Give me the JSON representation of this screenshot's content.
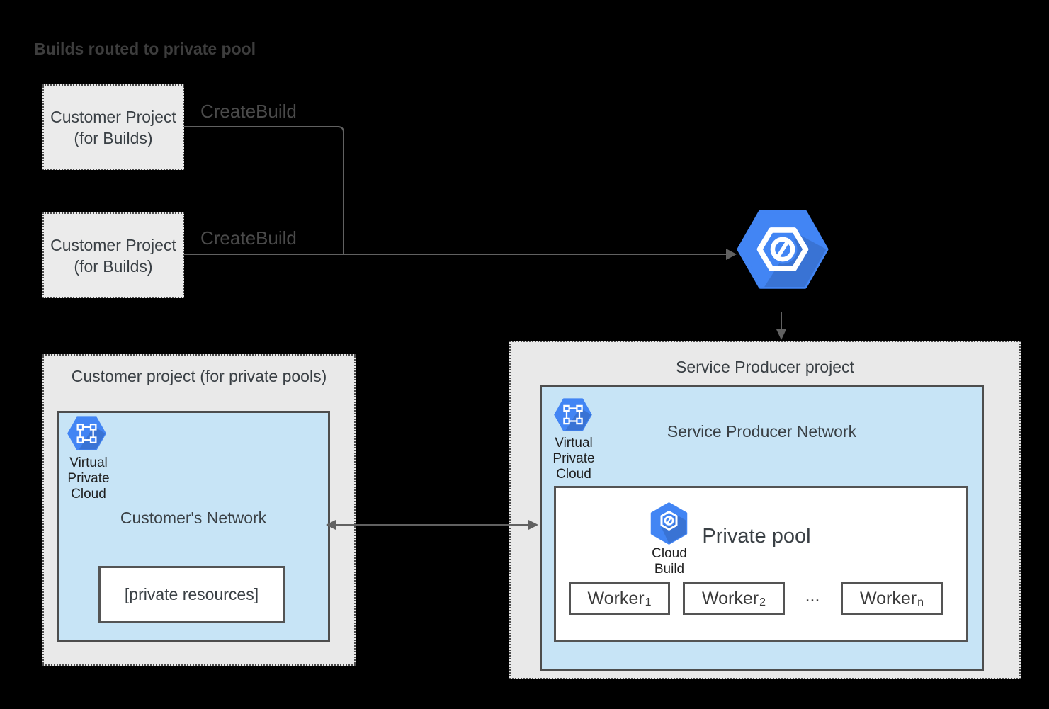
{
  "title": "Builds routed to private pool",
  "build_projects": [
    {
      "line1": "Customer Project",
      "line2": "(for Builds)",
      "arrow_label": "CreateBuild"
    },
    {
      "line1": "Customer Project",
      "line2": "(for Builds)",
      "arrow_label": "CreateBuild"
    }
  ],
  "service_producer": {
    "title": "Service Producer project",
    "network": {
      "title": "Service Producer Network",
      "vpc_label_lines": [
        "Virtual",
        "Private",
        "Cloud"
      ],
      "private_pool": {
        "title": "Private pool",
        "icon_label_lines": [
          "Cloud",
          "Build"
        ],
        "workers": [
          {
            "base": "Worker",
            "sub": "1"
          },
          {
            "base": "Worker",
            "sub": "2"
          },
          {
            "base": "Worker",
            "sub": "n"
          }
        ],
        "ellipsis": "..."
      }
    }
  },
  "customer_project": {
    "title": "Customer project (for private pools)",
    "network": {
      "title": "Customer's Network",
      "vpc_label_lines": [
        "Virtual",
        "Private",
        "Cloud"
      ],
      "private_resources_label": "[private resources]"
    }
  },
  "icons": {
    "cloud_build": "blue hexagon with white hexagon-ring, circle and slash glyph",
    "virtual_private_cloud": "blue hexagon with white corner-node square glyph"
  },
  "colors": {
    "background": "#000000",
    "project_fill": "#e9e9e9",
    "small_box_fill": "#ebebeb",
    "network_fill": "#c7e4f6",
    "box_border": "#4d4d4d",
    "inner_border": "#545454",
    "connector": "#616161",
    "hexagon_blue": "#4285f4",
    "text_dark": "#3a4045",
    "edge_label_text": "#4a4a4a"
  }
}
